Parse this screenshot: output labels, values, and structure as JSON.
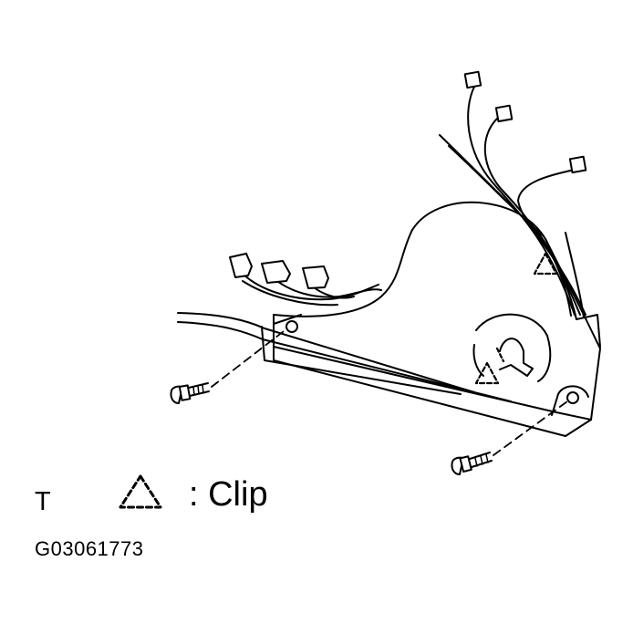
{
  "figure": {
    "corner_mark": "T",
    "legend": {
      "icon": "dashed-triangle-clip-symbol",
      "label": ": Clip"
    },
    "figure_code": "G03061773"
  },
  "colors": {
    "ink": "#000000",
    "background": "#ffffff"
  }
}
